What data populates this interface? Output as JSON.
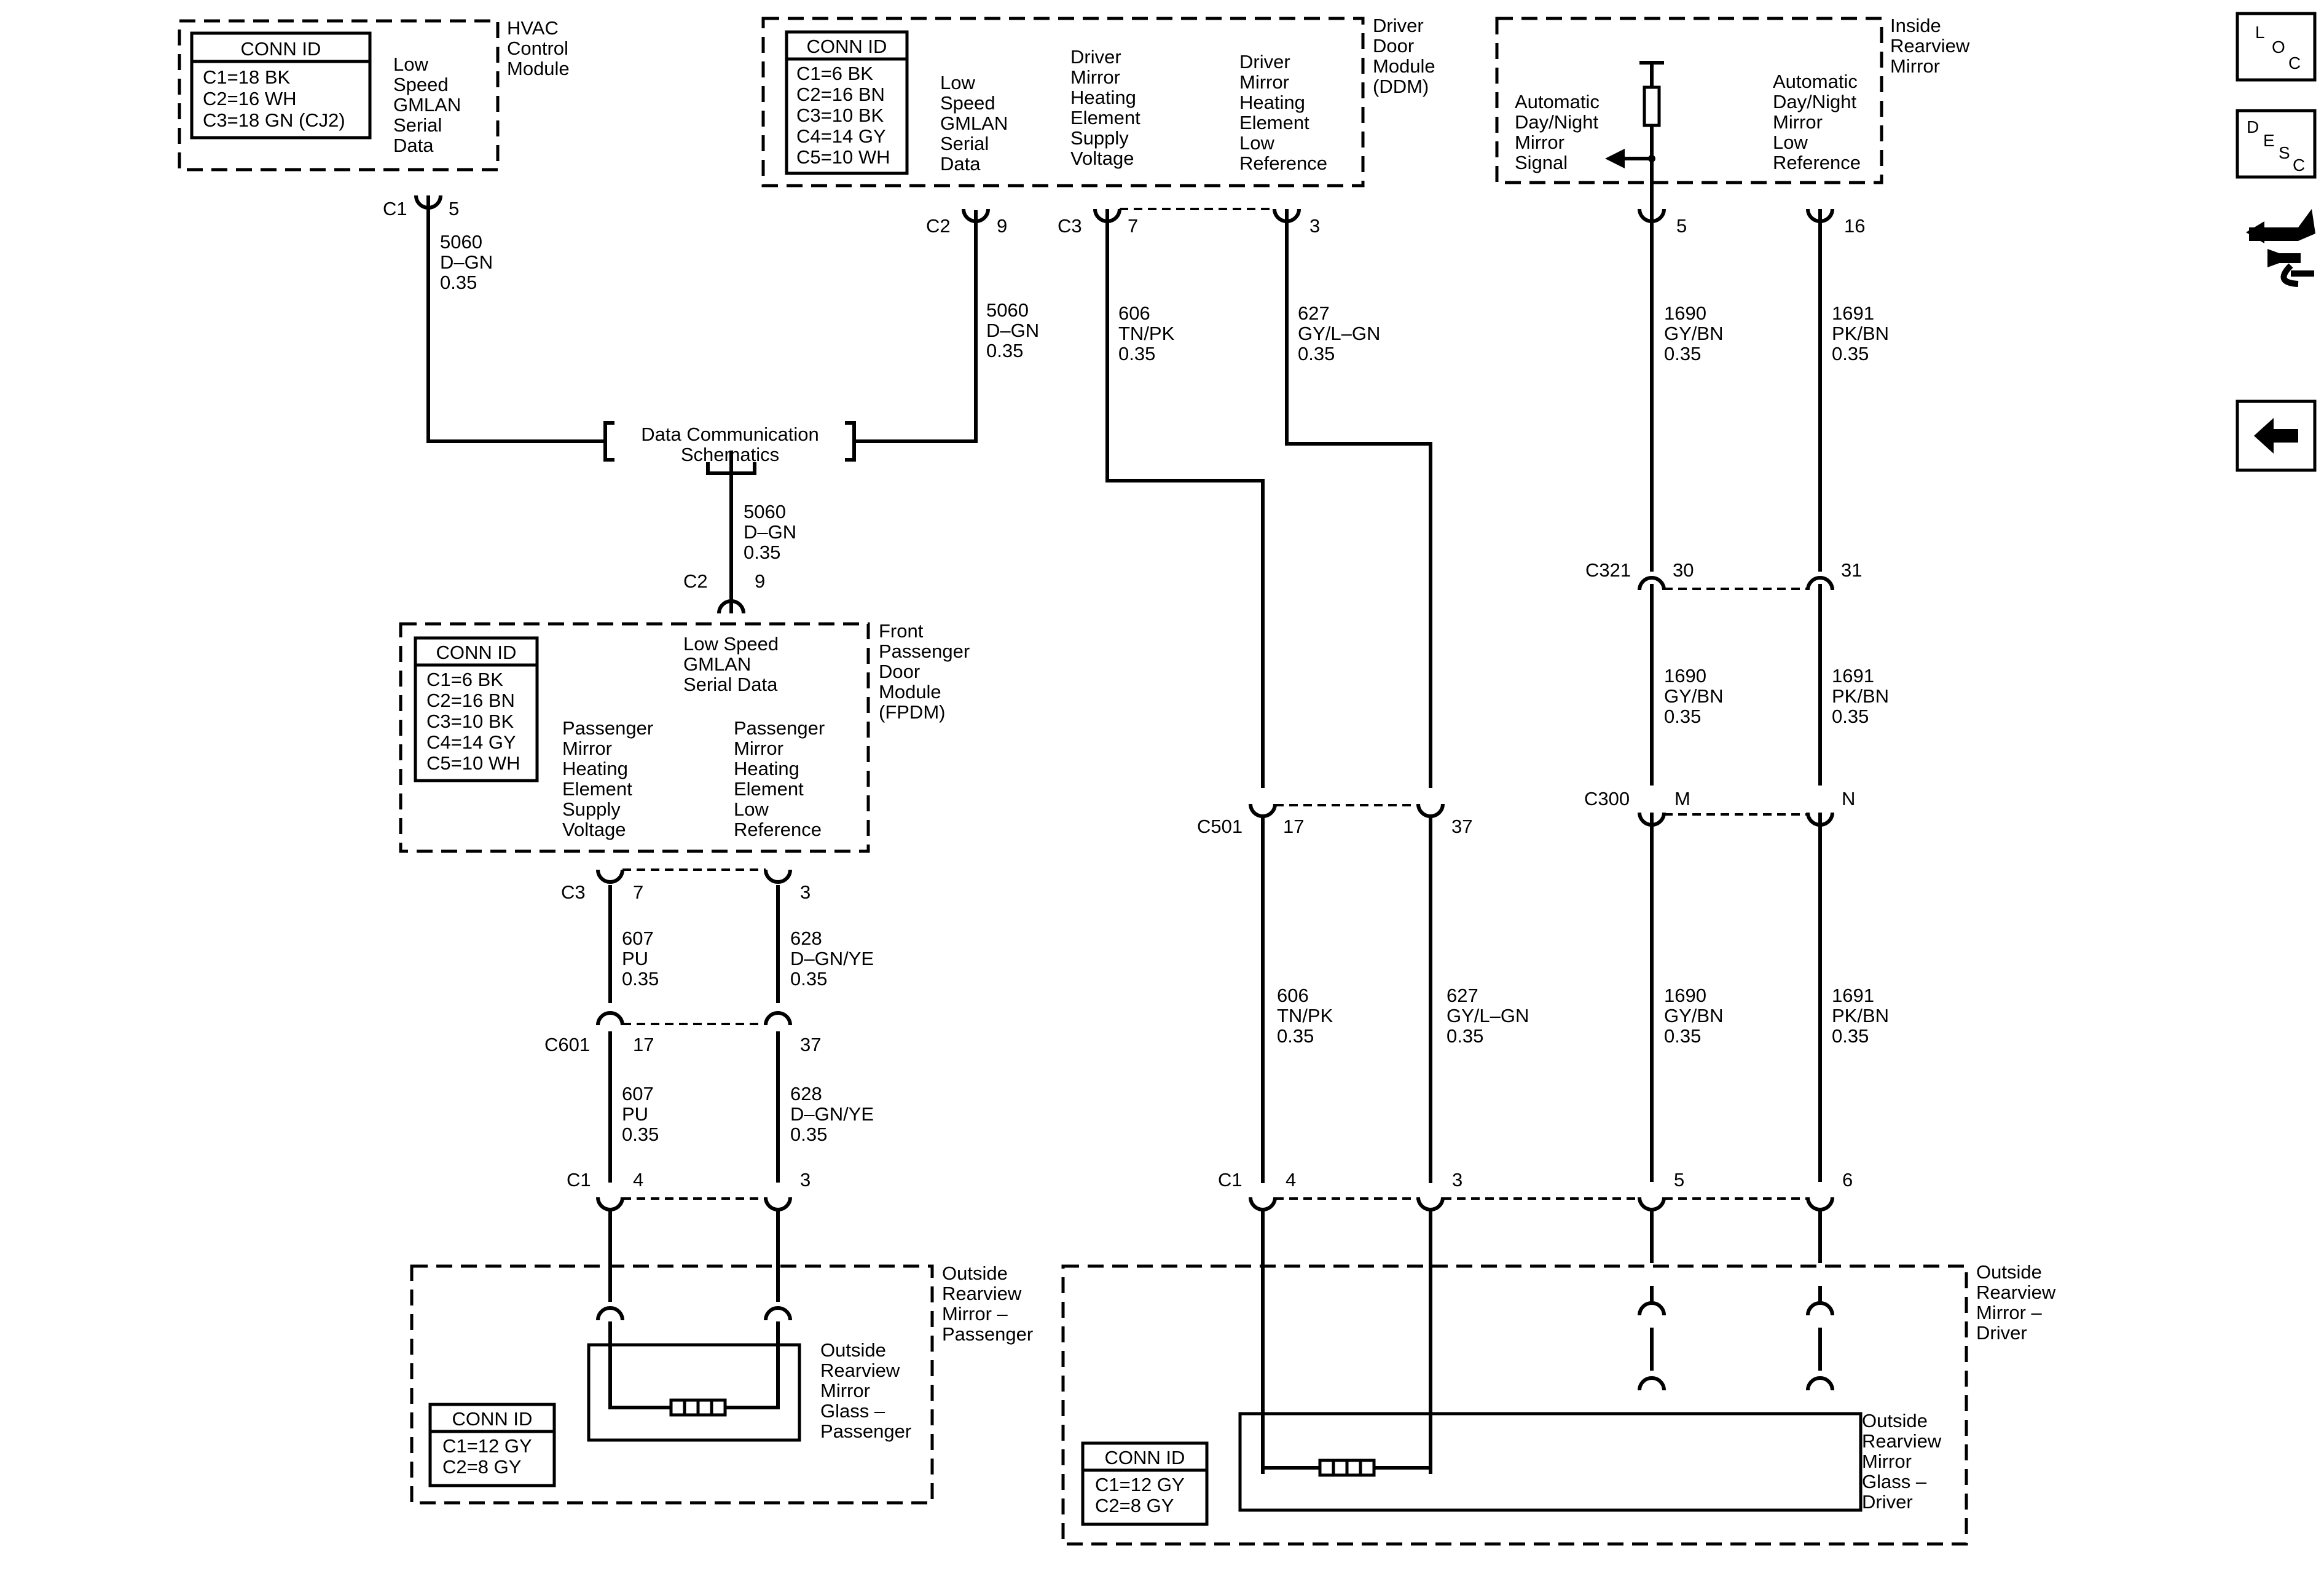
{
  "legend_boxes": {
    "hvac": [
      "CONN ID",
      "C1=18 BK",
      "C2=16 WH",
      "C3=18 GN (CJ2)"
    ],
    "ddm": [
      "CONN ID",
      "C1=6 BK",
      "C2=16 BN",
      "C3=10 BK",
      "C4=14 GY",
      "C5=10 WH"
    ],
    "fpdm": [
      "CONN ID",
      "C1=6 BK",
      "C2=16 BN",
      "C3=10 BK",
      "C4=14 GY",
      "C5=10 WH"
    ],
    "pass_mirror": [
      "CONN ID",
      "C1=12 GY",
      "C2=8 GY"
    ],
    "drv_mirror": [
      "CONN ID",
      "C1=12 GY",
      "C2=8 GY"
    ]
  },
  "components": {
    "hvac": [
      "HVAC",
      "Control",
      "Module"
    ],
    "ddm": [
      "Driver",
      "Door",
      "Module",
      "(DDM)"
    ],
    "irm": [
      "Inside",
      "Rearview",
      "Mirror"
    ],
    "fpdm": [
      "Front",
      "Passenger",
      "Door",
      "Module",
      "(FPDM)"
    ],
    "orm_pass": [
      "Outside",
      "Rearview",
      "Mirror –",
      "Passenger"
    ],
    "orm_drv": [
      "Outside",
      "Rearview",
      "Mirror –",
      "Driver"
    ],
    "glass_pass": [
      "Outside",
      "Rearview",
      "Mirror",
      "Glass –",
      "Passenger"
    ],
    "glass_drv": [
      "Outside",
      "Rearview",
      "Mirror",
      "Glass –",
      "Driver"
    ]
  },
  "functions": {
    "hvac_gmlan": [
      "Low",
      "Speed",
      "GMLAN",
      "Serial",
      "Data"
    ],
    "ddm_gmlan": [
      "Low",
      "Speed",
      "GMLAN",
      "Serial",
      "Data"
    ],
    "ddm_supply": [
      "Driver",
      "Mirror",
      "Heating",
      "Element",
      "Supply",
      "Voltage"
    ],
    "ddm_low": [
      "Driver",
      "Mirror",
      "Heating",
      "Element",
      "Low",
      "Reference"
    ],
    "irm_signal": [
      "Automatic",
      "Day/Night",
      "Mirror",
      "Signal"
    ],
    "irm_low": [
      "Automatic",
      "Day/Night",
      "Mirror",
      "Low",
      "Reference"
    ],
    "fpdm_gmlan": [
      "Low Speed",
      "GMLAN",
      "Serial Data"
    ],
    "fpdm_supply": [
      "Passenger",
      "Mirror",
      "Heating",
      "Element",
      "Supply",
      "Voltage"
    ],
    "fpdm_low": [
      "Passenger",
      "Mirror",
      "Heating",
      "Element",
      "Low",
      "Reference"
    ]
  },
  "data_comm": [
    "Data Communication",
    "Schematics"
  ],
  "wires": {
    "hvac": [
      "5060",
      "D–GN",
      "0.35"
    ],
    "ddm_gmlan": [
      "5060",
      "D–GN",
      "0.35"
    ],
    "fpdm_gmlan": [
      "5060",
      "D–GN",
      "0.35"
    ],
    "w606_top": [
      "606",
      "TN/PK",
      "0.35"
    ],
    "w627_top": [
      "627",
      "GY/L–GN",
      "0.35"
    ],
    "w1690_top": [
      "1690",
      "GY/BN",
      "0.35"
    ],
    "w1691_top": [
      "1691",
      "PK/BN",
      "0.35"
    ],
    "w1690_mid": [
      "1690",
      "GY/BN",
      "0.35"
    ],
    "w1691_mid": [
      "1691",
      "PK/BN",
      "0.35"
    ],
    "w1690_bot": [
      "1690",
      "GY/BN",
      "0.35"
    ],
    "w1691_bot": [
      "1691",
      "PK/BN",
      "0.35"
    ],
    "w606_bot": [
      "606",
      "TN/PK",
      "0.35"
    ],
    "w627_bot": [
      "627",
      "GY/L–GN",
      "0.35"
    ],
    "w607_a": [
      "607",
      "PU",
      "0.35"
    ],
    "w628_a": [
      "628",
      "D–GN/YE",
      "0.35"
    ],
    "w607_b": [
      "607",
      "PU",
      "0.35"
    ],
    "w628_b": [
      "628",
      "D–GN/YE",
      "0.35"
    ]
  },
  "connectors": {
    "hvac_c1": "C1",
    "hvac_c1_pin": "5",
    "ddm_c2": "C2",
    "ddm_c2_pin": "9",
    "ddm_c3": "C3",
    "ddm_c3_pin7": "7",
    "ddm_c3_pin3": "3",
    "irm_pin5": "5",
    "irm_pin16": "16",
    "c321": "C321",
    "c321_pin30": "30",
    "c321_pin31": "31",
    "c300": "C300",
    "c300_pinM": "M",
    "c300_pinN": "N",
    "c501": "C501",
    "c501_pin17": "17",
    "c501_pin37": "37",
    "fpdm_c2": "C2",
    "fpdm_c2_pin": "9",
    "fpdm_c3": "C3",
    "fpdm_c3_pin7": "7",
    "fpdm_c3_pin3": "3",
    "c601": "C601",
    "c601_pin17": "17",
    "c601_pin37": "37",
    "pc1": "C1",
    "pc1_pin4": "4",
    "pc1_pin3": "3",
    "dc1": "C1",
    "dc1_pin4": "4",
    "dc1_pin3": "3",
    "dc1_pin5": "5",
    "dc1_pin6": "6"
  },
  "nav": {
    "loc_button": "LOC",
    "desc_button": "DESC",
    "diag_icon": "connector-wrench-icon",
    "back_icon": "back-arrow-icon"
  }
}
